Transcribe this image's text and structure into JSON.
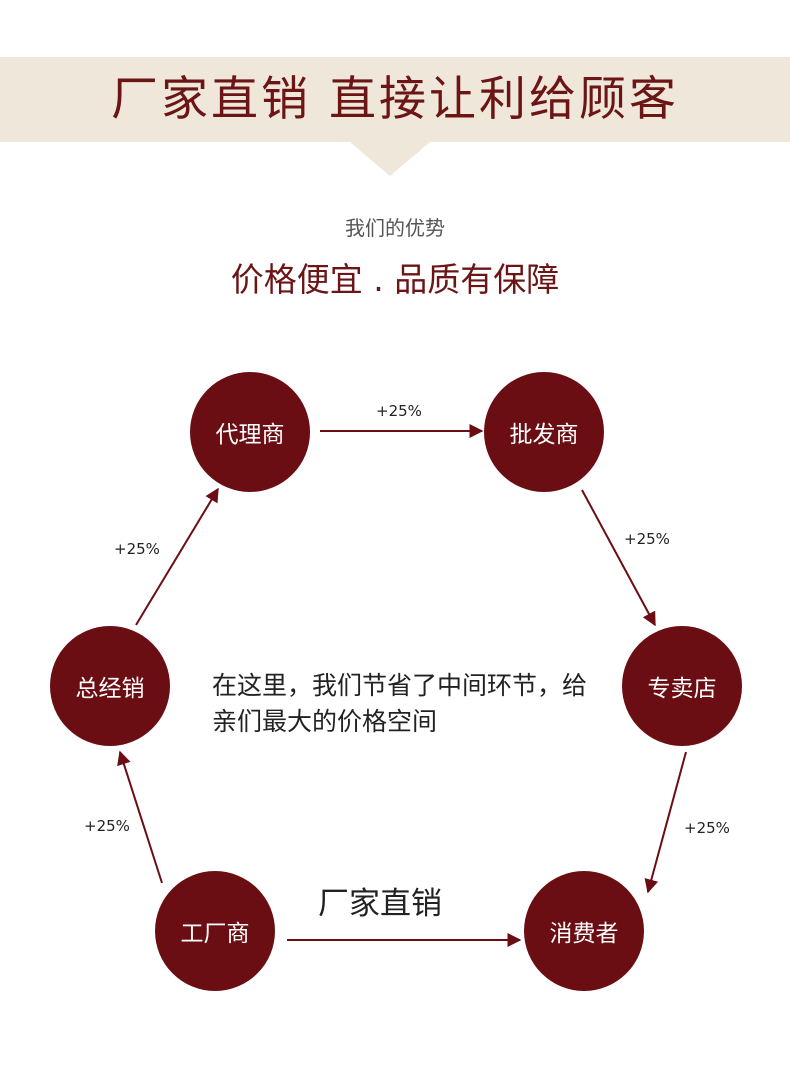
{
  "banner": {
    "title": "厂家直销  直接让利给顾客"
  },
  "intro": {
    "subtitle": "我们的优势",
    "headline": "价格便宜 . 品质有保障"
  },
  "nodes": [
    {
      "label": "代理商"
    },
    {
      "label": "批发商"
    },
    {
      "label": "专卖店"
    },
    {
      "label": "消费者"
    },
    {
      "label": "工厂商"
    },
    {
      "label": "总经销"
    }
  ],
  "markups": [
    {
      "label": "+25%"
    },
    {
      "label": "+25%"
    },
    {
      "label": "+25%"
    },
    {
      "label": "+25%"
    },
    {
      "label": "+25%"
    }
  ],
  "center_text": "在这里，我们节省了中间环节，给亲们最大的价格空间",
  "direct_label": "厂家直销",
  "colors": {
    "node": "#6b0e13",
    "banner_bg": "#efe7da",
    "title": "#6b1515",
    "arrow": "#6b0e13"
  }
}
